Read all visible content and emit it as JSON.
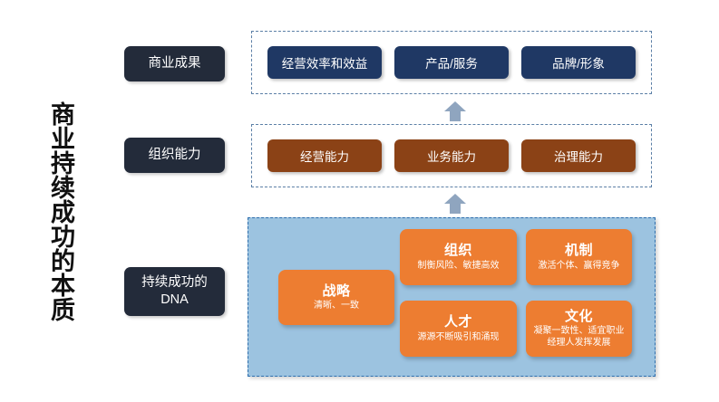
{
  "slide": {
    "vertical_title": "商业持续成功的本质"
  },
  "row_labels": {
    "outcome": "商业成果",
    "capability": "组织能力",
    "dna_line1": "持续成功的",
    "dna_line2": "DNA"
  },
  "rows": {
    "business_outcomes": {
      "label": "商业成果",
      "items": [
        {
          "text": "经营效率和效益"
        },
        {
          "text": "产品/服务"
        },
        {
          "text": "品牌/形象"
        }
      ]
    },
    "organizational_capability": {
      "label": "组织能力",
      "items": [
        {
          "text": "经营能力"
        },
        {
          "text": "业务能力"
        },
        {
          "text": "治理能力"
        }
      ]
    }
  },
  "dna": {
    "strategy": {
      "title": "战略",
      "subtitle": "清晰、一致"
    },
    "organization": {
      "title": "组织",
      "subtitle": "制衡风险、敏捷高效"
    },
    "mechanism": {
      "title": "机制",
      "subtitle": "激活个体、赢得竞争"
    },
    "talent": {
      "title": "人才",
      "subtitle": "源源不断吸引和涌现"
    },
    "culture": {
      "title": "文化",
      "subtitle_line1": "凝聚一致性、适宜职业",
      "subtitle_line2": "经理人发挥发展"
    }
  },
  "connectors": {
    "arrow_1": "up-arrow",
    "arrow_2": "up-arrow"
  },
  "colors": {
    "navy_label": "#232B3A",
    "navy_chip": "#1F3864",
    "brown_chip": "#8B4216",
    "orange_box": "#ED7D31",
    "panel_blue": "#9CC3E0",
    "panel_border": "#2E6FAE",
    "dash_border": "#5B7FA6",
    "arrow": "#8FA5BF"
  }
}
